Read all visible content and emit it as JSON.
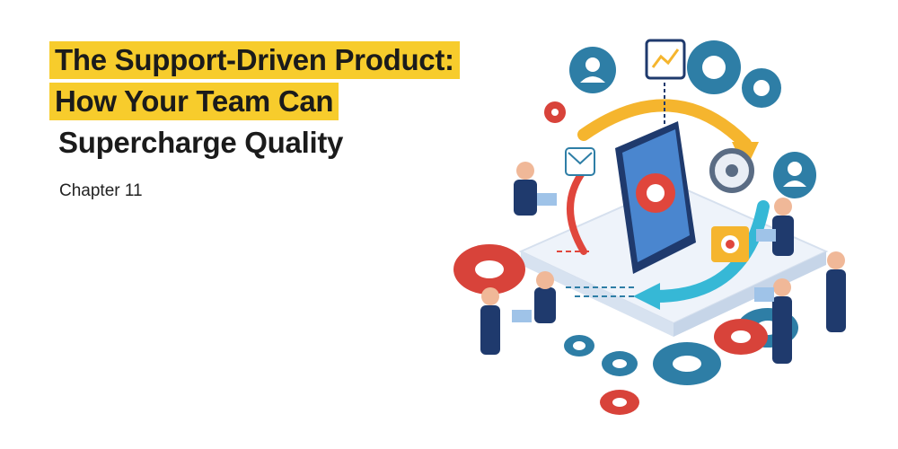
{
  "title": {
    "line1": "The Support-Driven Product:",
    "line2": "How Your Team Can",
    "line3": "Supercharge Quality"
  },
  "chapter": "Chapter 11",
  "colors": {
    "highlight": "#f7cc2c",
    "gear_blue": "#2e7ea6",
    "gear_red": "#d8433a",
    "arrow_yellow": "#f5b52e",
    "arrow_cyan": "#36b8d6",
    "figure_navy": "#1f3a6d"
  },
  "illustration": {
    "icons": [
      "user-icon",
      "chart-icon",
      "gear-icon",
      "chat-icon",
      "tablet-icon",
      "laptop-icon"
    ]
  }
}
